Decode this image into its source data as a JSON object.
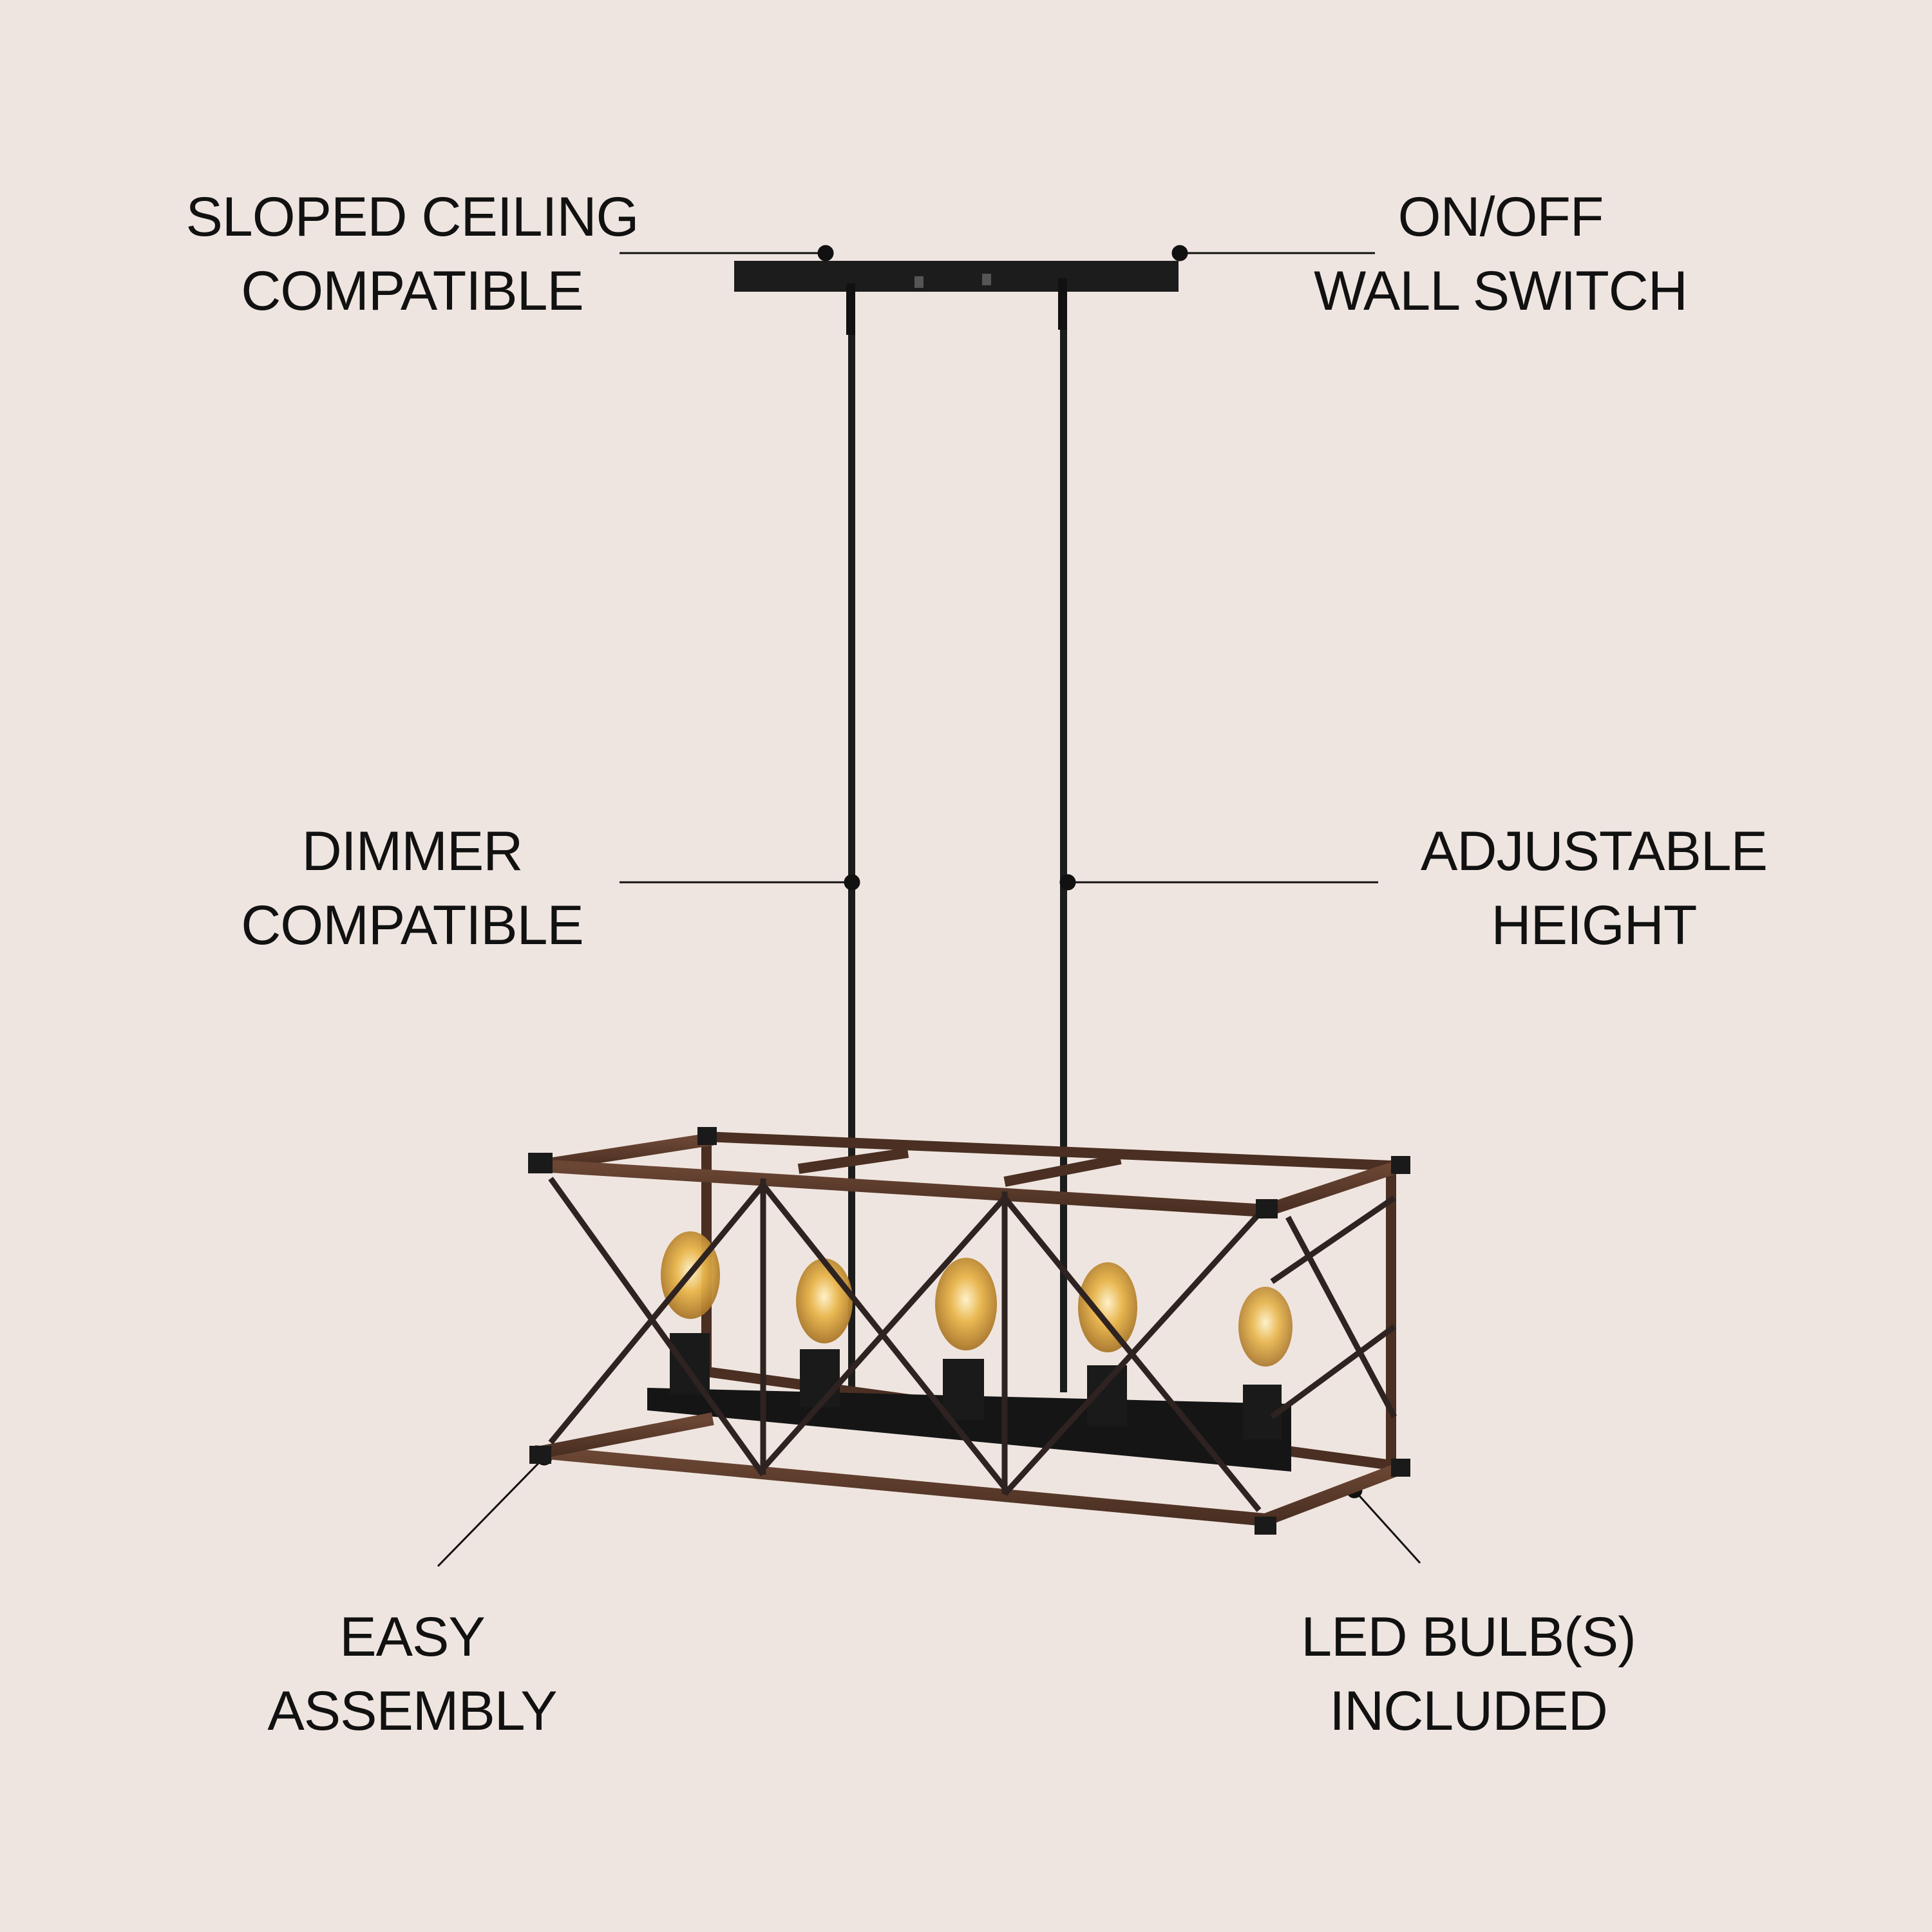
{
  "features": {
    "sloped_ceiling": {
      "line1": "SLOPED CEILING",
      "line2": "COMPATIBLE"
    },
    "wall_switch": {
      "line1": "ON/OFF",
      "line2": "WALL SWITCH"
    },
    "dimmer": {
      "line1": "DIMMER",
      "line2": "COMPATIBLE"
    },
    "adjustable_height": {
      "line1": "ADJUSTABLE",
      "line2": "HEIGHT"
    },
    "easy_assembly": {
      "line1": "EASY",
      "line2": "ASSEMBLY"
    },
    "led_bulbs": {
      "line1": "LED BULB(S)",
      "line2": "INCLUDED"
    }
  },
  "colors": {
    "background": "#efe5e0",
    "metal": "#1c1c1c",
    "frame_wood": "#5a3a2a",
    "bulb_glow": "#e8b54a"
  }
}
